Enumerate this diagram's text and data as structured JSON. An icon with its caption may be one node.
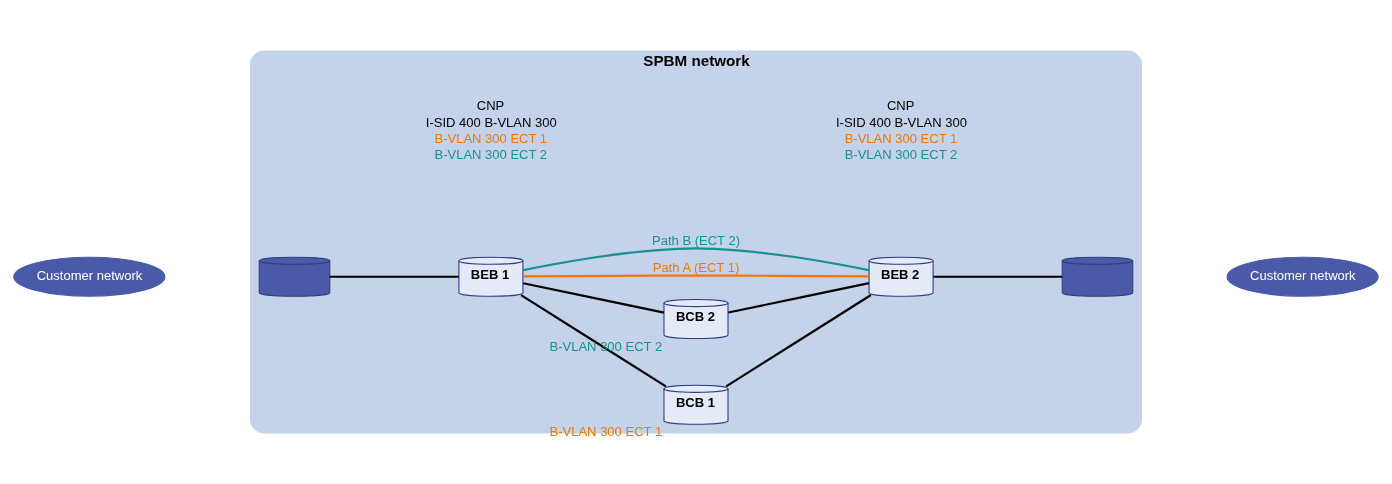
{
  "diagram": {
    "nodes": [
      {
        "text": [
          "SPBM network"
        ]
      },
      {
        "text": [
          "Customer network"
        ]
      },
      {
        "text": [],
        "shape": "cylinder",
        "in": 0
      },
      {
        "text": [
          "BEB 1"
        ],
        "in": 0,
        "beside": [
          "CNP",
          "I-SID 400 B-VLAN 300",
          "B-VLAN 300 ECT 1",
          "B-VLAN 300 ECT 2"
        ]
      },
      {
        "text": [
          "BCB 1"
        ],
        "in": 0,
        "beside": [
          "B-VLAN 300 ECT 1"
        ]
      },
      {
        "text": [
          "BCB 2"
        ],
        "in": 0,
        "beside": [
          "B-VLAN 300 ECT 2"
        ]
      },
      {
        "text": [
          "BEB 2"
        ],
        "in": 0,
        "beside": [
          "CNP",
          "I-SID 400 B-VLAN 300",
          "B-VLAN 300 ECT 1",
          "B-VLAN 300 ECT 2"
        ]
      },
      {
        "text": [],
        "shape": "cylinder",
        "in": 0
      },
      {
        "text": [
          "Customer network"
        ]
      }
    ],
    "edges": [
      {
        "from": 2,
        "to": 3,
        "arrow": "none"
      },
      {
        "from": 3,
        "to": 4,
        "arrow": "none"
      },
      {
        "from": 3,
        "to": 5,
        "arrow": "none"
      },
      {
        "from": 4,
        "to": 6,
        "arrow": "none"
      },
      {
        "from": 5,
        "to": 6,
        "arrow": "none"
      },
      {
        "from": 6,
        "to": 7,
        "arrow": "none"
      },
      {
        "from": 3,
        "to": 6,
        "arrow": "none",
        "label": "Path A (ECT 1)",
        "color": "#f07800"
      },
      {
        "from": 3,
        "to": 6,
        "arrow": "none",
        "label": "Path B (ECT 2)",
        "color": "#1a9090"
      }
    ]
  }
}
